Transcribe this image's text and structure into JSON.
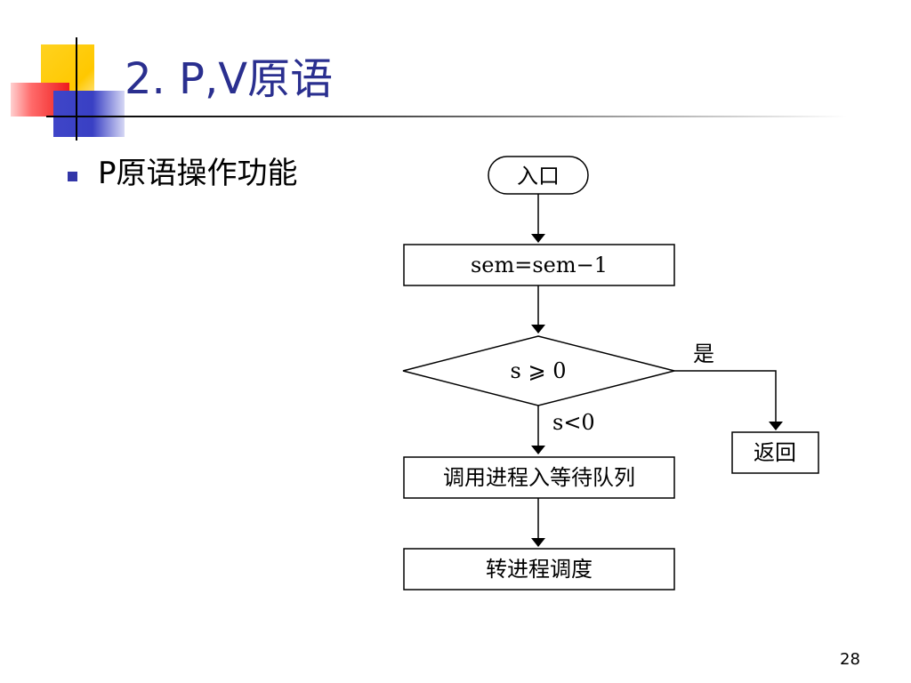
{
  "slide": {
    "title": "2. P,V原语",
    "bullet": "P原语操作功能",
    "page_number": "28"
  },
  "flowchart": {
    "entry": "入口",
    "step_decrement": "sem=sem−1",
    "decision": "s ⩾ 0",
    "yes_label": "是",
    "no_label": "s<0",
    "return": "返回",
    "enqueue": "调用进程入等待队列",
    "schedule": "转进程调度"
  }
}
